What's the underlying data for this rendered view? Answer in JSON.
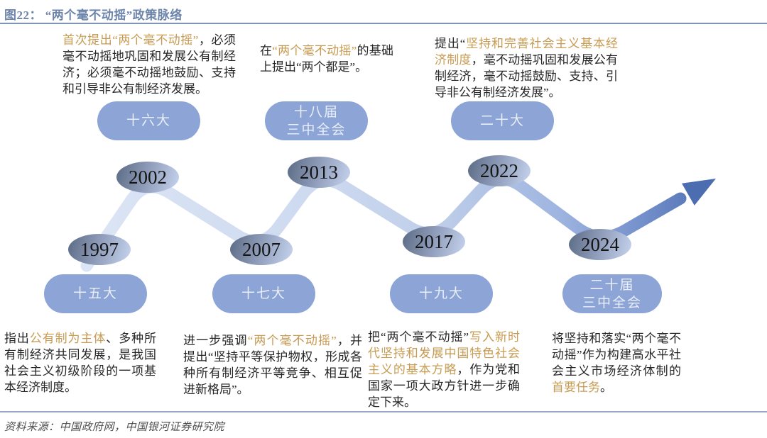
{
  "title": "图22： “两个毫不动摇”政策脉络",
  "footer": {
    "source": "资料来源：中国政府网，中国银河证券研究院"
  },
  "colors": {
    "title_blue": "#6E85AB",
    "highlight_gold": "#C79B51",
    "pill_blue": "#8CA4D6",
    "year_oval_dark": "#5D6C85",
    "year_oval_light": "#C2D0EC",
    "wave_light": "#DCE5F5",
    "wave_dark": "#4C6DB0",
    "body_text": "#262626"
  },
  "events": [
    {
      "id": "15th-congress",
      "year": "1997",
      "label": "十五大",
      "position": "bottom",
      "annotation": [
        {
          "t": "指出",
          "hl": false
        },
        {
          "t": "公有制为主体",
          "hl": true
        },
        {
          "t": "、多种所有制经济共同发展，是我国社会主义初级阶段的一项基本经济制度。",
          "hl": false
        }
      ]
    },
    {
      "id": "16th-congress",
      "year": "2002",
      "label": "十六大",
      "position": "top",
      "annotation": [
        {
          "t": "首次提出“两个毫不动摇”",
          "hl": true
        },
        {
          "t": "，必须毫不动摇地巩固和发展公有制经济；必须毫不动摇地鼓励、支持和引导非公有制经济发展。",
          "hl": false
        }
      ]
    },
    {
      "id": "17th-congress",
      "year": "2007",
      "label": "十七大",
      "position": "bottom",
      "annotation": [
        {
          "t": "进一步强调",
          "hl": false
        },
        {
          "t": "“两个毫不动摇”",
          "hl": true
        },
        {
          "t": "，并提出“坚持平等保护物权，形成各种所有制经济平等竞争、相互促进新格局”。",
          "hl": false
        }
      ]
    },
    {
      "id": "18th-third-plenum",
      "year": "2013",
      "label": "十八届\n三中全会",
      "position": "top",
      "annotation": [
        {
          "t": "在",
          "hl": false
        },
        {
          "t": "“两个毫不动摇”",
          "hl": true
        },
        {
          "t": "的基础上提出“两个都是”。",
          "hl": false
        }
      ]
    },
    {
      "id": "19th-congress",
      "year": "2017",
      "label": "十九大",
      "position": "bottom",
      "annotation": [
        {
          "t": "把“两个毫不动摇”",
          "hl": false
        },
        {
          "t": "写入新时代坚持和发展中国特色社会主义的基本方略",
          "hl": true
        },
        {
          "t": "，作为党和国家一项大政方针进一步确定下来。",
          "hl": false
        }
      ]
    },
    {
      "id": "20th-congress",
      "year": "2022",
      "label": "二十大",
      "position": "top",
      "annotation": [
        {
          "t": "提出“",
          "hl": false
        },
        {
          "t": "坚持和完善社会主义基本经济制度",
          "hl": true
        },
        {
          "t": "，毫不动摇巩固和发展公有制经济，毫不动摇鼓励、支持、引导非公有制经济发展”。",
          "hl": false
        }
      ]
    },
    {
      "id": "20th-third-plenum",
      "year": "2024",
      "label": "二十届\n三中全会",
      "position": "bottom",
      "annotation": [
        {
          "t": "将坚持和落实“两个毫不动摇”作为构建高水平社会主义市场经济体制的",
          "hl": false
        },
        {
          "t": "首要任务",
          "hl": true
        },
        {
          "t": "。",
          "hl": false
        }
      ]
    }
  ]
}
